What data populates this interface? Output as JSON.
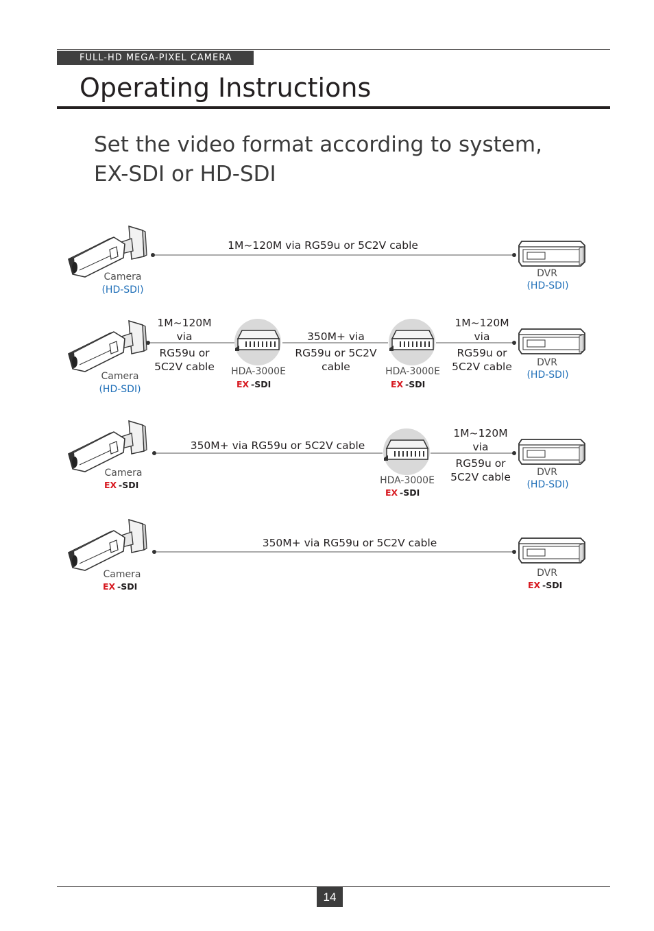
{
  "header": {
    "tag": "FULL-HD MEGA-PIXEL CAMERA",
    "title": "Operating Instructions"
  },
  "subtitle": {
    "line1": "Set the video format according to system,",
    "line2": "EX-SDI or HD-SDI"
  },
  "brand": {
    "exsdi_logo": "EX-SDI",
    "accent": "#1f6fb8",
    "logo_red": "#d71920"
  },
  "diagram": {
    "row1": {
      "cable": "1M~120M via RG59u or 5C2V cable",
      "camera_label": "Camera",
      "camera_format": "(HD-SDI)",
      "dvr_label": "DVR",
      "dvr_format": "(HD-SDI)"
    },
    "row2": {
      "left_cable_l1": "1M~120M",
      "left_cable_l2": "via",
      "left_cable_l3": "RG59u or",
      "left_cable_l4": "5C2V cable",
      "mid_cable_l1": "350M+ via",
      "mid_cable_l2": "RG59u or 5C2V",
      "mid_cable_l3": "cable",
      "right_cable_l1": "1M~120M",
      "right_cable_l2": "via",
      "right_cable_l3": "RG59u or",
      "right_cable_l4": "5C2V cable",
      "hda_left": "HDA-3000E",
      "hda_right": "HDA-3000E",
      "camera_label": "Camera",
      "camera_format": "(HD-SDI)",
      "dvr_label": "DVR",
      "dvr_format": "(HD-SDI)"
    },
    "row3": {
      "cable": "350M+ via RG59u or 5C2V cable",
      "right_cable_l1": "1M~120M",
      "right_cable_l2": "via",
      "right_cable_l3": "RG59u or",
      "right_cable_l4": "5C2V cable",
      "hda": "HDA-3000E",
      "camera_label": "Camera",
      "dvr_label": "DVR",
      "dvr_format": "(HD-SDI)"
    },
    "row4": {
      "cable": "350M+ via RG59u or 5C2V cable",
      "camera_label": "Camera",
      "dvr_label": "DVR"
    }
  },
  "footer": {
    "page": "14"
  }
}
